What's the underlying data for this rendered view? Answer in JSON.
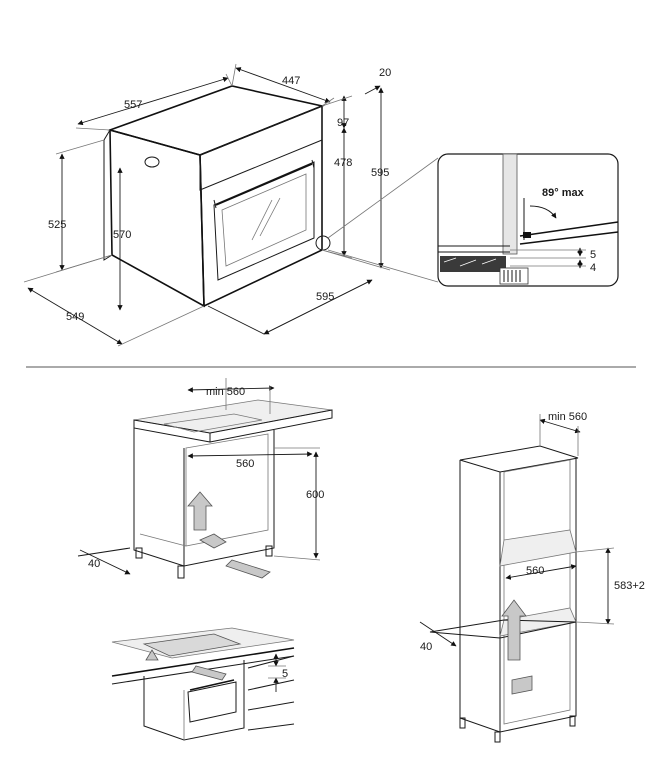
{
  "top_oven": {
    "dims": {
      "d447": "447",
      "d20": "20",
      "d557": "557",
      "d97": "97",
      "d478": "478",
      "d595_h": "595",
      "d525": "525",
      "d570": "570",
      "d549": "549",
      "d595_w": "595"
    },
    "detail": {
      "angle": "89° max",
      "d5": "5",
      "d4": "4"
    }
  },
  "under_counter": {
    "min_width": "min 560",
    "width": "560",
    "height": "600",
    "depth": "40"
  },
  "hob_detail": {
    "gap": "5"
  },
  "tall_unit": {
    "min_width": "min 560",
    "width": "560",
    "height": "583+2",
    "depth": "40"
  }
}
